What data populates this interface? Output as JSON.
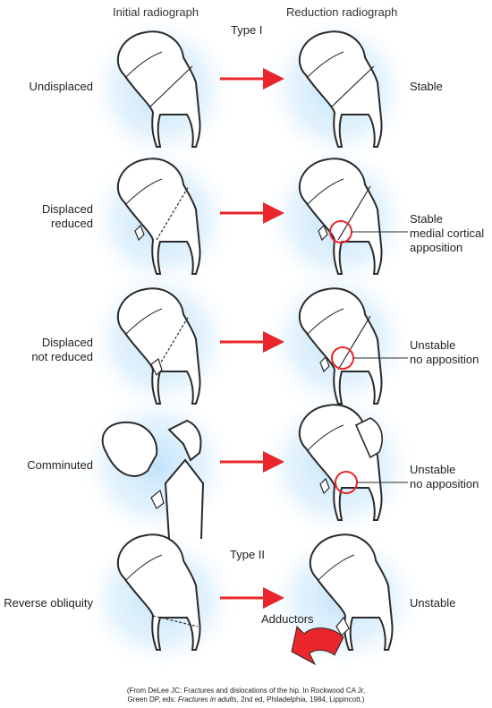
{
  "headers": {
    "initial": "Initial radiograph",
    "reduction": "Reduction radiograph"
  },
  "type_labels": [
    "Type I",
    "Type II"
  ],
  "rows": [
    {
      "left": [
        "Undisplaced"
      ],
      "right": [
        "Stable"
      ]
    },
    {
      "left": [
        "Displaced",
        "reduced"
      ],
      "right": [
        "Stable",
        "medial cortical",
        "apposition"
      ]
    },
    {
      "left": [
        "Displaced",
        "not reduced"
      ],
      "right": [
        "Unstable",
        "no apposition"
      ]
    },
    {
      "left": [
        "Comminuted"
      ],
      "right": [
        "Unstable",
        "no apposition"
      ]
    },
    {
      "left": [
        "Reverse obliquity"
      ],
      "right": [
        "Unstable"
      ]
    }
  ],
  "adductors_label": "Adductors",
  "citation": {
    "line1": "(From DeLee JC: Fractures and dislocations of the hip. In Rockwood CA Jr,",
    "line2_prefix": "Green DP, eds: ",
    "line2_italic": "Fractures in adults",
    "line2_suffix": ", 2nd ed, Philadelphia, 1984, Lippincott.)"
  },
  "colors": {
    "arrow": "#e8262b",
    "glow": "#cfe9fb",
    "outline": "#2a2a2a",
    "circle": "#e8262b"
  }
}
